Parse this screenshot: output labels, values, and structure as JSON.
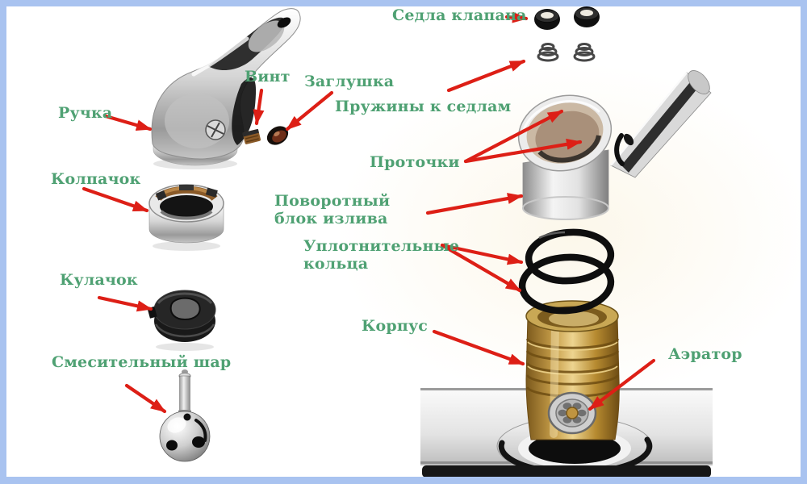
{
  "diagram": {
    "type": "exploded-parts-diagram",
    "subject": "single-lever ball faucet (mixer tap) disassembly",
    "language": "ru",
    "labels": {
      "handle": "Ручка",
      "screw": "Винт",
      "plug": "Заглушка",
      "valve_seats": "Седла клапана",
      "springs_to_seats": "Пружины к седлам",
      "grooves": "Проточки",
      "swivel_spout_block": "Поворотный блок излива",
      "o_rings": "Уплотнительные кольца",
      "cap": "Колпачок",
      "cam": "Кулачок",
      "mixing_ball": "Смесительный шар",
      "body": "Корпус",
      "aerator": "Аэратор"
    },
    "colors": {
      "label_text": "#4fa173",
      "arrow": "#dd1f16",
      "border": "#a9c3f0",
      "brass": "#c89f4a",
      "rubber": "#141414",
      "chrome": "#d6d6d6"
    }
  }
}
